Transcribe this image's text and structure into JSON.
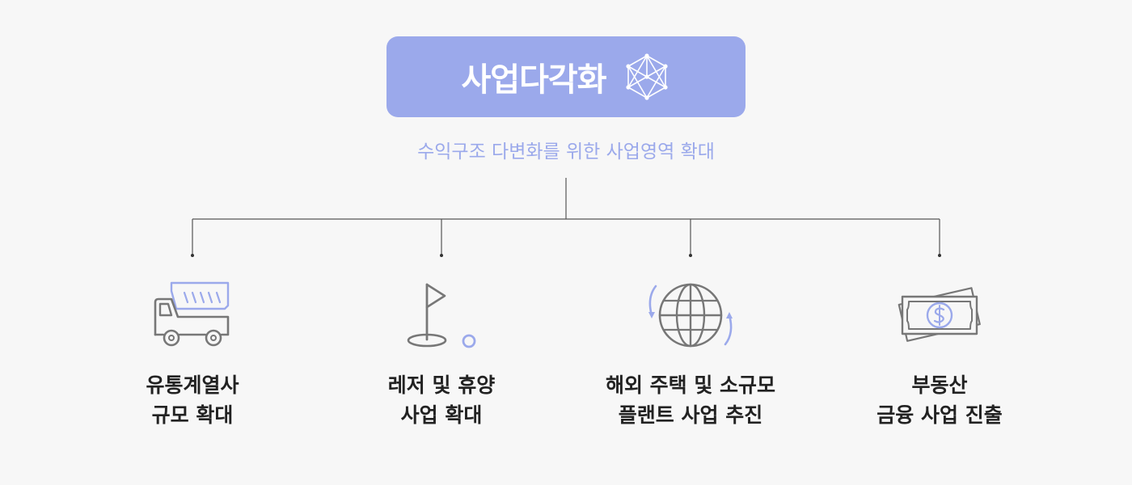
{
  "header": {
    "title": "사업다각화",
    "title_icon": "network-cube-icon",
    "subtitle": "수익구조 다변화를 위한 사업영역 확대"
  },
  "branches": [
    {
      "icon": "dump-truck-icon",
      "line1": "유통계열사",
      "line2": "규모 확대"
    },
    {
      "icon": "golf-flag-icon",
      "line1": "레저 및 휴양",
      "line2": "사업 확대"
    },
    {
      "icon": "globe-icon",
      "line1": "해외 주택 및 소규모",
      "line2": "플랜트 사업 추진"
    },
    {
      "icon": "money-bills-icon",
      "line1": "부동산",
      "line2": "금융 사업 진출"
    }
  ],
  "colors": {
    "accent": "#9ba9eb",
    "background": "#f7f7f7",
    "line": "#555555",
    "icon_stroke": "#777777",
    "text": "#222222"
  }
}
